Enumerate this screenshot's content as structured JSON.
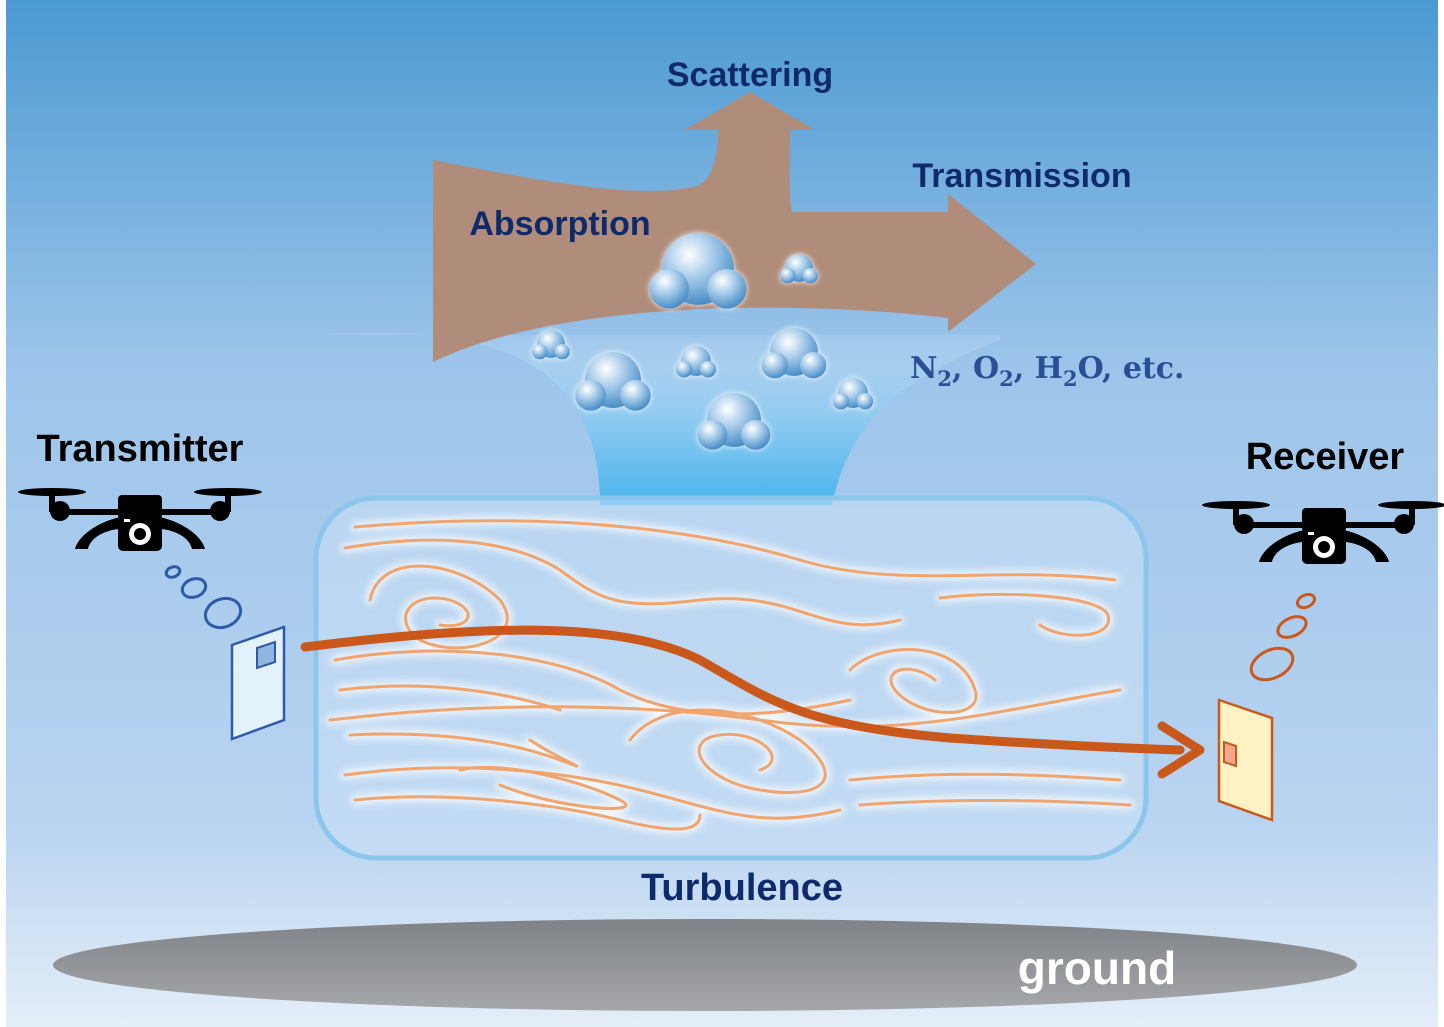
{
  "labels": {
    "scattering": "Scattering",
    "transmission": "Transmission",
    "absorption": "Absorption",
    "transmitter": "Transmitter",
    "receiver": "Receiver",
    "turbulence": "Turbulence",
    "ground": "ground"
  },
  "molecules": {
    "n": "N",
    "n_sub": "2",
    "sep1": ", ",
    "o": "O",
    "o_sub": "2",
    "sep2": ", ",
    "h": "H",
    "h_sub": "2",
    "o2": "O",
    "etc": ", etc."
  },
  "colors": {
    "sky_top": "#4d9bd3",
    "sky_bottom": "#dce9f7",
    "arrow_brown": "#b08c7a",
    "label_navy": "#0f2a6b",
    "beam_orange": "#c9581a",
    "swirl_orange": "#f0a46e",
    "turbulence_border": "#8cc6ec",
    "ground_gray": "#8e9094",
    "transmitter_panel": "#e3f1fb",
    "receiver_panel": "#fff2c4"
  },
  "icons": {
    "drone": "quadcopter-drone-icon",
    "signal": "signal-rings-icon",
    "panel": "optical-terminal-icon"
  }
}
